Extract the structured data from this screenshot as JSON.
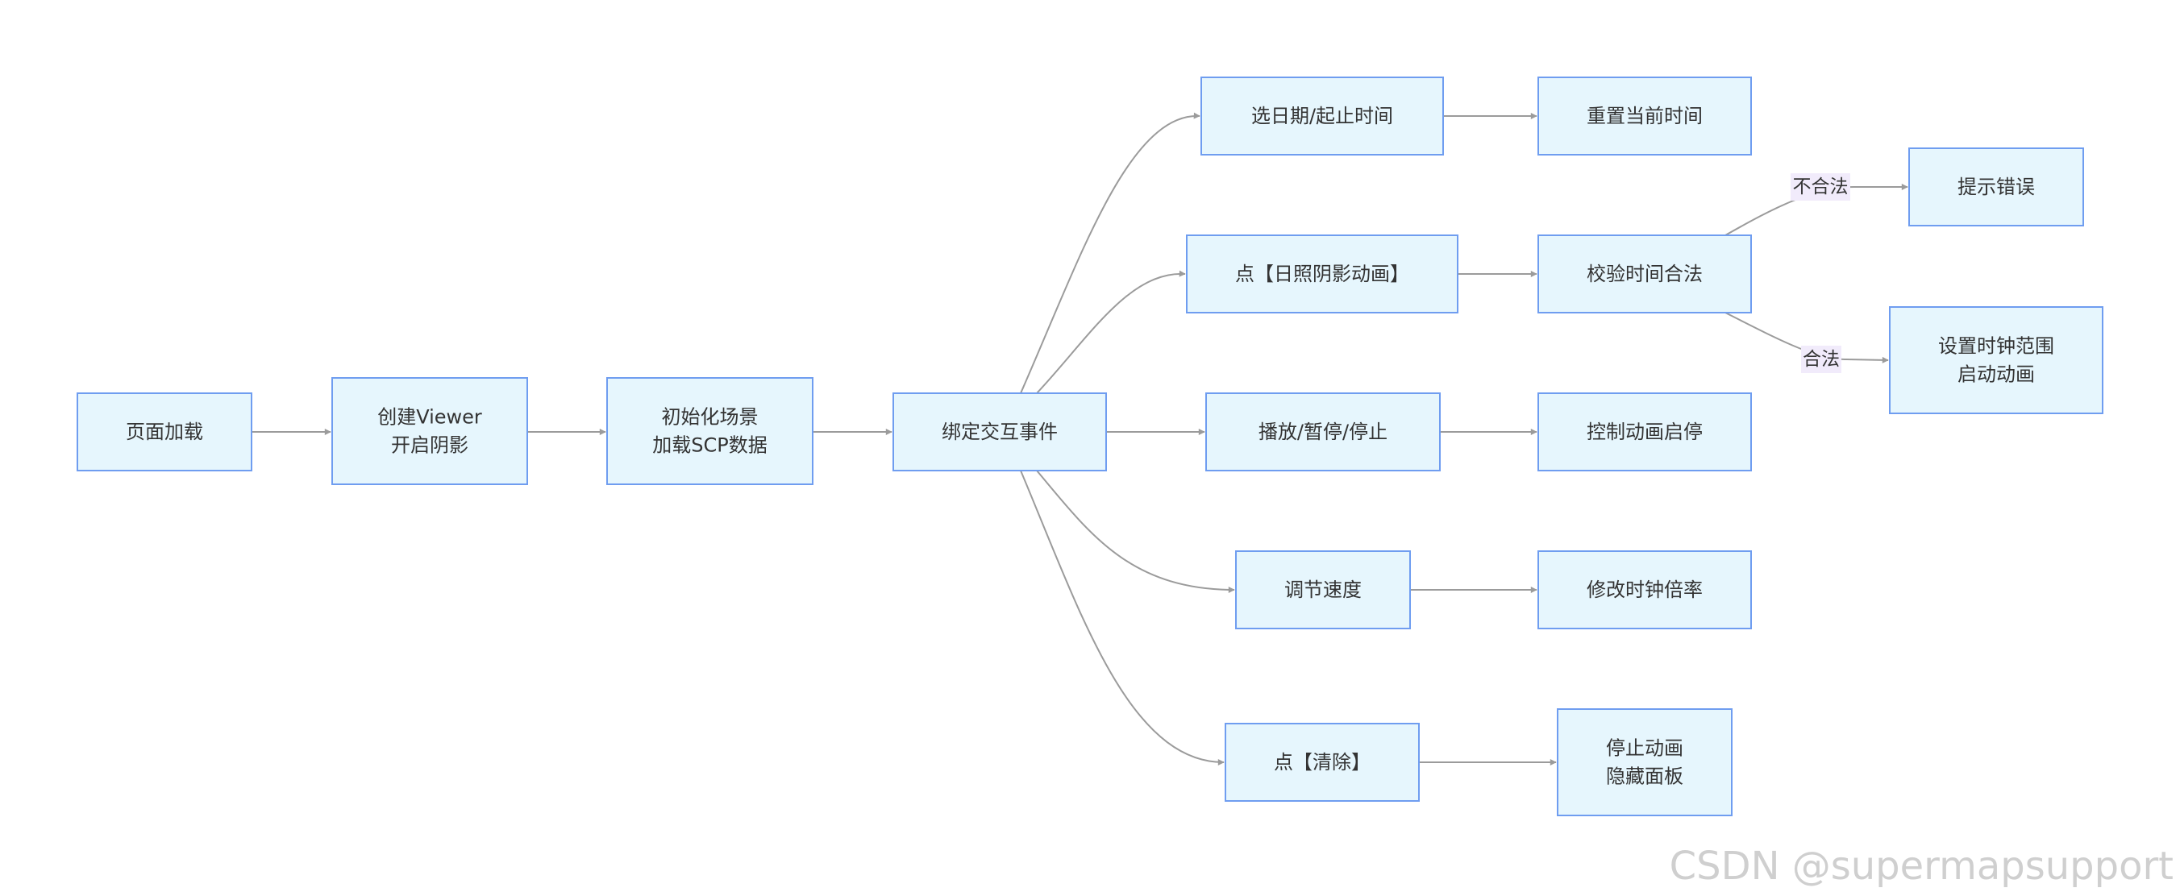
{
  "nodes": {
    "page_load": [
      "页面加载"
    ],
    "create_viewer": [
      "创建Viewer",
      "开启阴影"
    ],
    "init_scene": [
      "初始化场景",
      "加载SCP数据"
    ],
    "bind_events": [
      "绑定交互事件"
    ],
    "select_date": [
      "选日期/起止时间"
    ],
    "reset_time": [
      "重置当前时间"
    ],
    "click_animation": [
      "点【日照阴影动画】"
    ],
    "validate_time": [
      "校验时间合法"
    ],
    "show_error": [
      "提示错误"
    ],
    "set_clock": [
      "设置时钟范围",
      "启动动画"
    ],
    "play_pause": [
      "播放/暂停/停止"
    ],
    "control_anim": [
      "控制动画启停"
    ],
    "adjust_speed": [
      "调节速度"
    ],
    "modify_rate": [
      "修改时钟倍率"
    ],
    "click_clear": [
      "点【清除】"
    ],
    "stop_hide": [
      "停止动画",
      "隐藏面板"
    ]
  },
  "edge_labels": {
    "invalid": "不合法",
    "valid": "合法"
  },
  "watermark": "CSDN @supermapsupport"
}
